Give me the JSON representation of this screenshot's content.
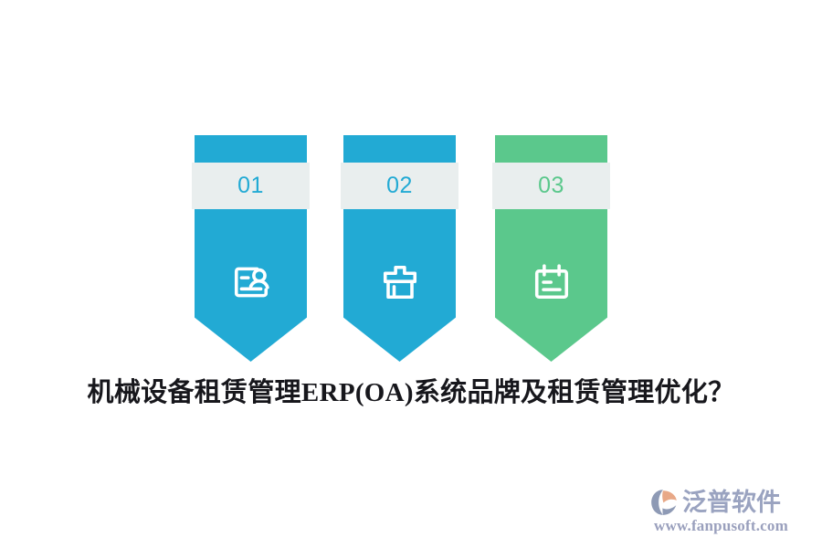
{
  "page": {
    "background_color": "#ffffff",
    "title_text": "机械设备租赁管理ERP(OA)系统品牌及租赁管理优化？"
  },
  "colors": {
    "blue": "#22aad4",
    "green": "#5bc88c",
    "band": "#e9eeee",
    "title_text": "#17171c",
    "logo_text": "#9aa3c0",
    "logo_url": "#9aa0bd",
    "logo_mark_blue": "#8e9ab5",
    "logo_mark_orange": "#e8a887"
  },
  "banners": [
    {
      "number": "01",
      "color": "#22aad4",
      "accent": "blue",
      "icon": "id-card-person-icon"
    },
    {
      "number": "02",
      "color": "#22aad4",
      "accent": "blue",
      "icon": "storefront-building-icon"
    },
    {
      "number": "03",
      "color": "#5bc88c",
      "accent": "green",
      "icon": "calendar-notepad-icon"
    }
  ],
  "logo": {
    "mark": "fanpu-swoosh-logo-icon",
    "name": "泛普软件",
    "url": "www.fanpusoft.com"
  }
}
